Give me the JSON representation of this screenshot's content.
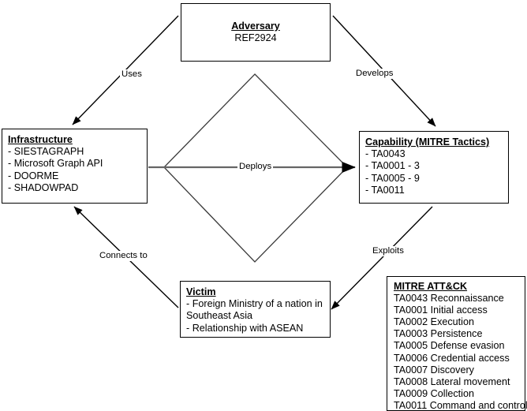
{
  "diagram": {
    "type": "diamond-model",
    "nodes": {
      "adversary": {
        "title": "Adversary",
        "lines": [
          "REF2924"
        ]
      },
      "infrastructure": {
        "title": "Infrastructure",
        "lines": [
          "- SIESTAGRAPH",
          "- Microsoft Graph API",
          "- DOORME",
          "- SHADOWPAD"
        ]
      },
      "capability": {
        "title": "Capability (MITRE Tactics)",
        "lines": [
          "- TA0043",
          "- TA0001 - 3",
          "- TA0005 - 9",
          "- TA0011"
        ]
      },
      "victim": {
        "title": "Victim",
        "lines": [
          "- Foreign Ministry of a nation in Southeast Asia",
          "- Relationship with ASEAN"
        ]
      }
    },
    "edges": {
      "uses": "Uses",
      "develops": "Develops",
      "deploys": "Deploys",
      "connects_to": "Connects to",
      "exploits": "Exploits"
    }
  },
  "legend": {
    "title": "MITRE ATT&CK",
    "rows": [
      "TA0043 Reconnaissance",
      "TA0001 Initial access",
      "TA0002 Execution",
      "TA0003 Persistence",
      "TA0005 Defense evasion",
      "TA0006 Credential access",
      "TA0007 Discovery",
      "TA0008 Lateral movement",
      "TA0009 Collection",
      "TA0011 Command and control"
    ]
  },
  "colors": {
    "stroke": "#000000",
    "diamond_stroke": "#3a3a3a",
    "deploys_line": "#666666",
    "background": "#ffffff"
  }
}
